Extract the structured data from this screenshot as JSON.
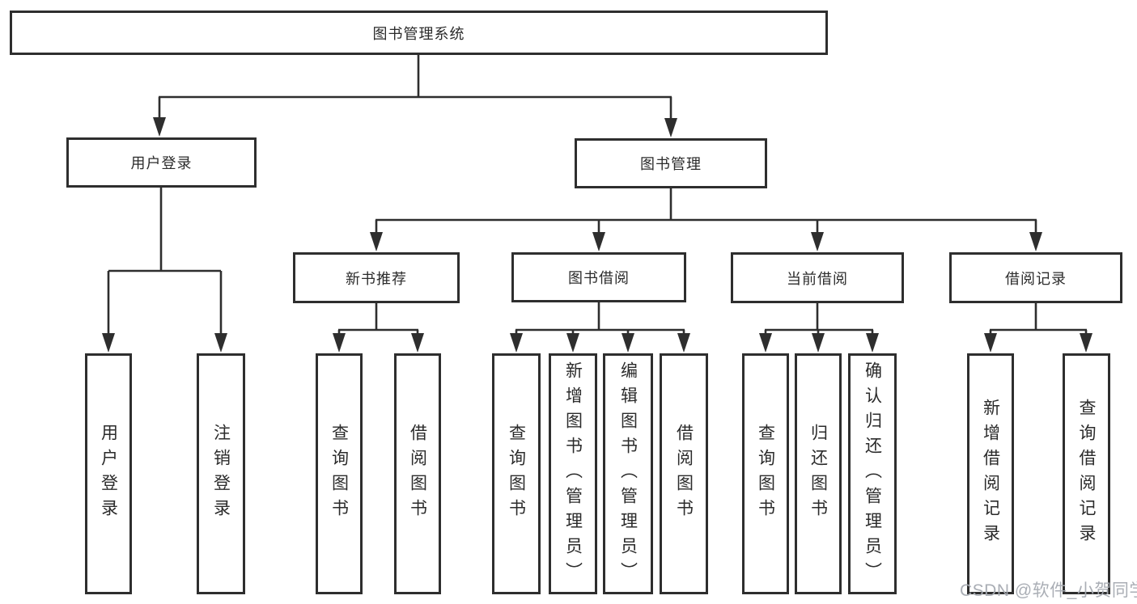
{
  "root": {
    "label": "图书管理系统"
  },
  "level2": {
    "login": {
      "label": "用户登录"
    },
    "mgmt": {
      "label": "图书管理"
    }
  },
  "level3": {
    "recommend": {
      "label": "新书推荐"
    },
    "borrow": {
      "label": "图书借阅"
    },
    "current": {
      "label": "当前借阅"
    },
    "records": {
      "label": "借阅记录"
    }
  },
  "leaves": {
    "login": [
      {
        "label": "用户登录"
      },
      {
        "label": "注销登录"
      }
    ],
    "recommend": [
      {
        "label": "查询图书"
      },
      {
        "label": "借阅图书"
      }
    ],
    "borrow": [
      {
        "label": "查询图书"
      },
      {
        "label": "新增图书（管理员）"
      },
      {
        "label": "编辑图书（管理员）"
      },
      {
        "label": "借阅图书"
      }
    ],
    "current": [
      {
        "label": "查询图书"
      },
      {
        "label": "归还图书"
      },
      {
        "label": "确认归还（管理员）"
      }
    ],
    "records": [
      {
        "label": "新增借阅记录"
      },
      {
        "label": "查询借阅记录"
      }
    ]
  },
  "watermark": "CSDN @软件_小贺同学",
  "colors": {
    "line": "#2e2e2e",
    "box_border": "#2e2e2e",
    "text": "#2b2b2b",
    "watermark": "#a5aab1",
    "background": "#ffffff"
  }
}
